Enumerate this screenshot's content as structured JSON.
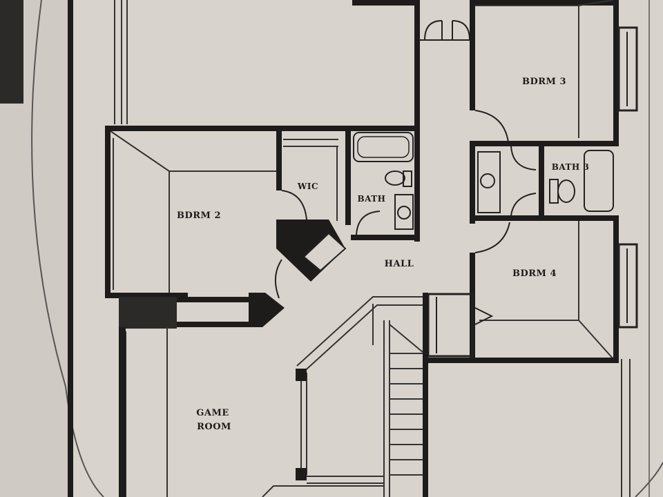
{
  "plan": {
    "rooms": [
      {
        "id": "bdrm2",
        "label": "BDRM 2"
      },
      {
        "id": "bdrm3",
        "label": "BDRM 3"
      },
      {
        "id": "bdrm4",
        "label": "BDRM 4"
      },
      {
        "id": "wic",
        "label": "WIC"
      },
      {
        "id": "bath2",
        "label": "BATH"
      },
      {
        "id": "bath3",
        "label": "BATH 3"
      },
      {
        "id": "hall",
        "label": "HALL"
      },
      {
        "id": "game",
        "label_line1": "GAME",
        "label_line2": "ROOM"
      }
    ],
    "colors": {
      "paper": "#d8d3cc",
      "background": "#cfcac3",
      "wall": "#1e1c1b",
      "dark_panel": "#2c2a28"
    }
  }
}
